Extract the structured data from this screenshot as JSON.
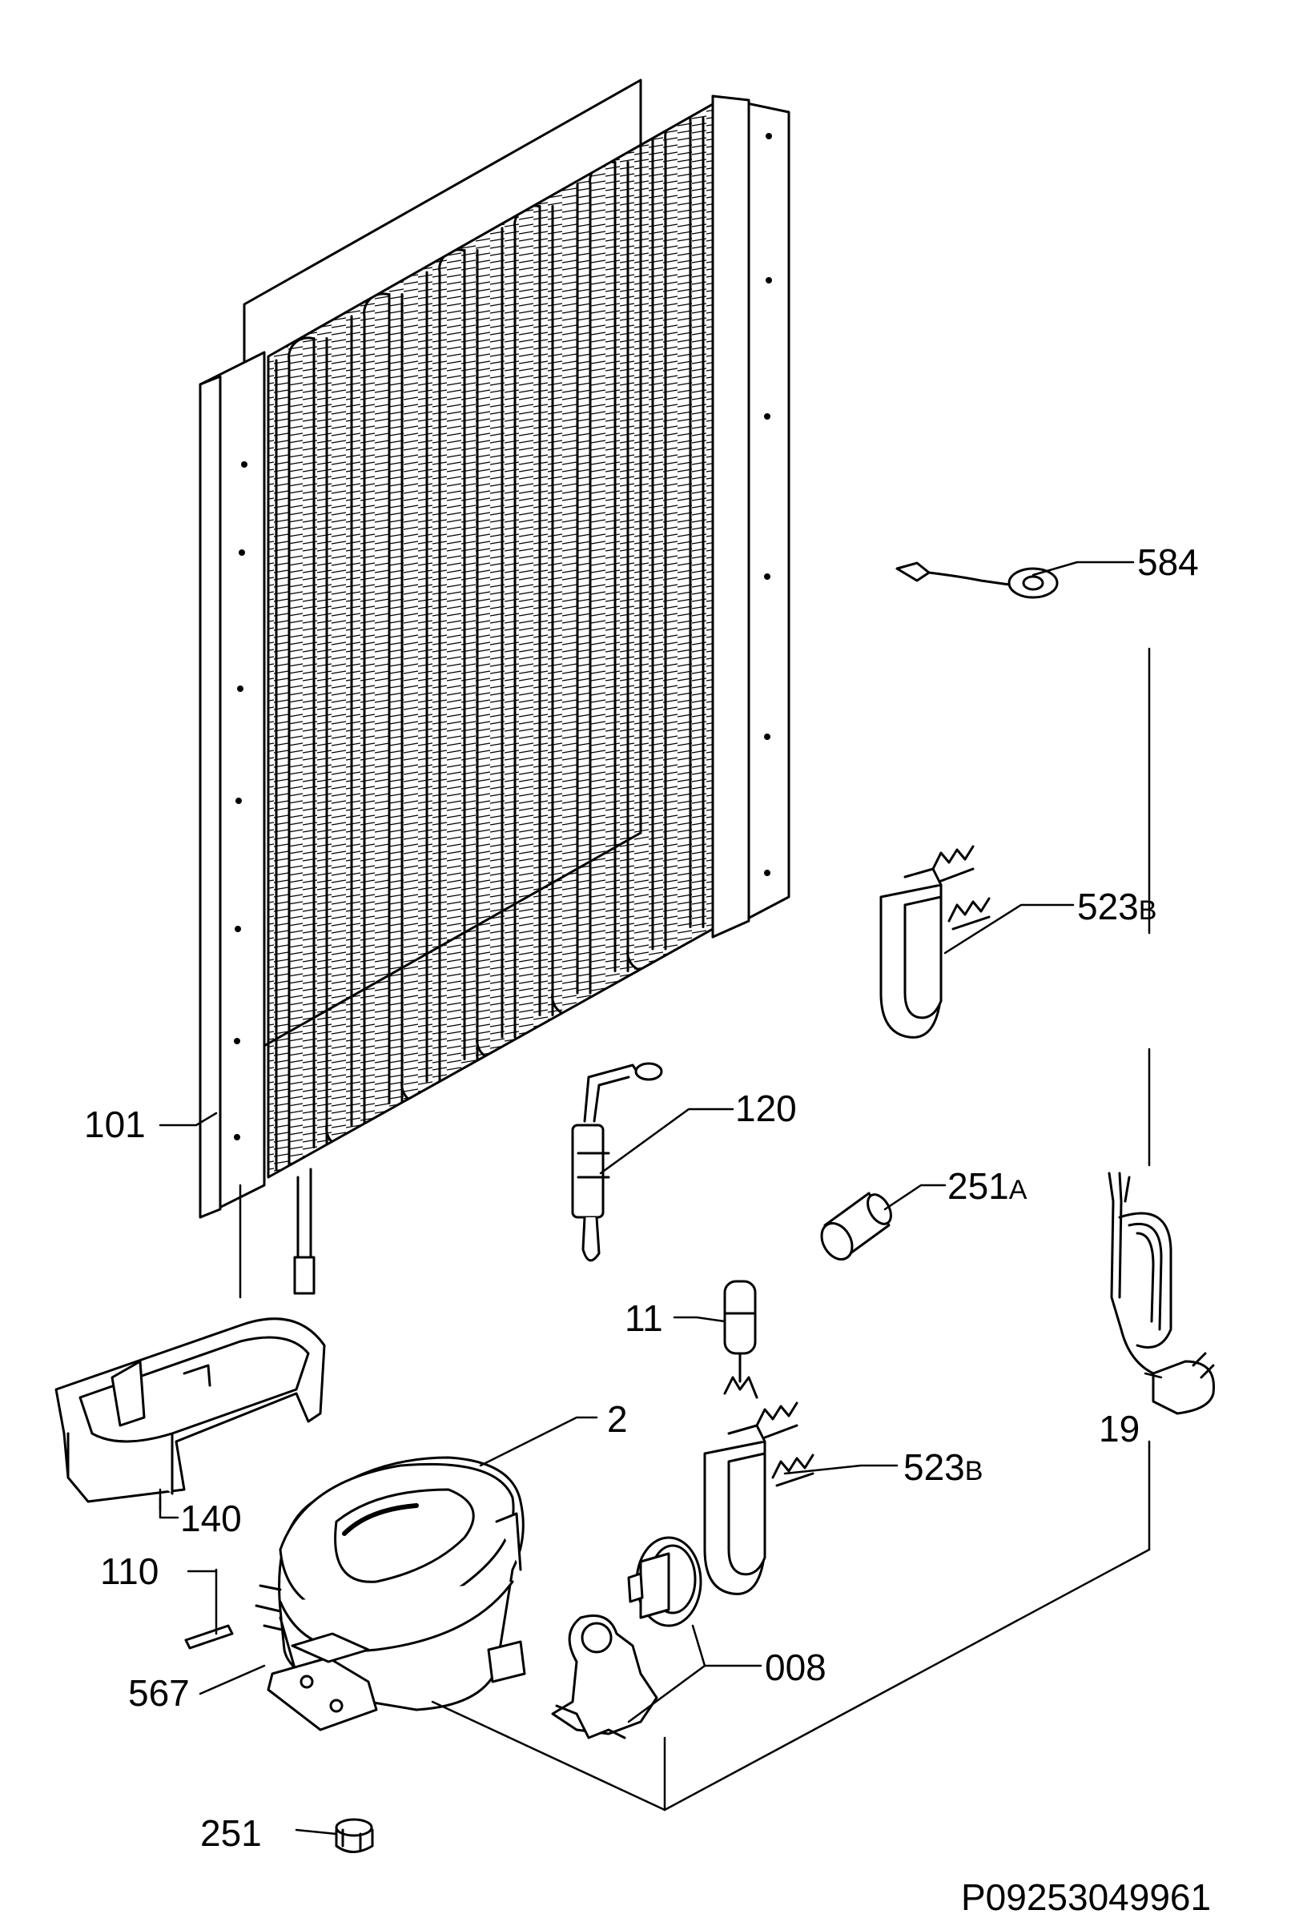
{
  "diagram": {
    "labels": [
      {
        "id": "584",
        "main": "584",
        "sub": ""
      },
      {
        "id": "523B-top",
        "main": "523",
        "sub": "B"
      },
      {
        "id": "120",
        "main": "120",
        "sub": ""
      },
      {
        "id": "251A",
        "main": "251",
        "sub": "A"
      },
      {
        "id": "101",
        "main": "101",
        "sub": ""
      },
      {
        "id": "11",
        "main": "11",
        "sub": ""
      },
      {
        "id": "2",
        "main": "2",
        "sub": ""
      },
      {
        "id": "19",
        "main": "19",
        "sub": ""
      },
      {
        "id": "140",
        "main": "140",
        "sub": ""
      },
      {
        "id": "523B-bottom",
        "main": "523",
        "sub": "B"
      },
      {
        "id": "110",
        "main": "110",
        "sub": ""
      },
      {
        "id": "567",
        "main": "567",
        "sub": ""
      },
      {
        "id": "008",
        "main": "008",
        "sub": ""
      },
      {
        "id": "251",
        "main": "251",
        "sub": ""
      }
    ],
    "document_id": "P09253049961"
  },
  "colors": {
    "line": "#000000",
    "background": "#ffffff"
  }
}
